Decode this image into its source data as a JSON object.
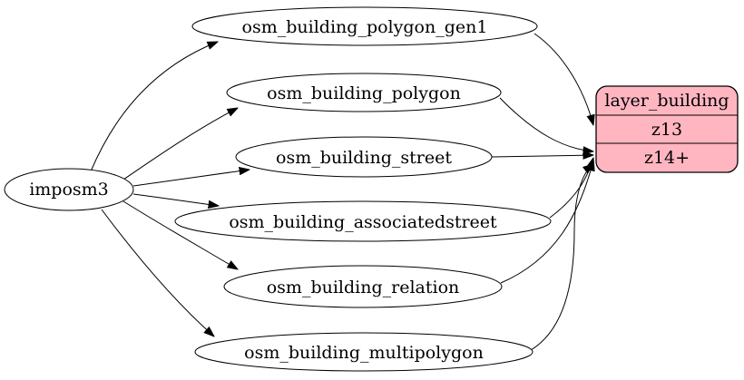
{
  "diagram": {
    "type": "graphviz-digraph",
    "background": "#ffffff",
    "stroke_color": "#000000",
    "node_fill": "#ffffff",
    "nodes": [
      {
        "id": "imposm3",
        "label": "imposm3"
      },
      {
        "id": "osm_building_polygon_gen1",
        "label": "osm_building_polygon_gen1"
      },
      {
        "id": "osm_building_polygon",
        "label": "osm_building_polygon"
      },
      {
        "id": "osm_building_street",
        "label": "osm_building_street"
      },
      {
        "id": "osm_building_associatedstreet",
        "label": "osm_building_associatedstreet"
      },
      {
        "id": "osm_building_relation",
        "label": "osm_building_relation"
      },
      {
        "id": "osm_building_multipolygon",
        "label": "osm_building_multipolygon"
      }
    ],
    "record": {
      "id": "layer_building",
      "title": "layer_building",
      "rows": [
        "z13",
        "z14+"
      ],
      "fill": "#FFB6C1"
    },
    "edges": [
      {
        "from": "imposm3",
        "to": "osm_building_polygon_gen1"
      },
      {
        "from": "imposm3",
        "to": "osm_building_polygon"
      },
      {
        "from": "imposm3",
        "to": "osm_building_street"
      },
      {
        "from": "imposm3",
        "to": "osm_building_associatedstreet"
      },
      {
        "from": "imposm3",
        "to": "osm_building_relation"
      },
      {
        "from": "imposm3",
        "to": "osm_building_multipolygon"
      },
      {
        "from": "osm_building_polygon_gen1",
        "to": "layer_building",
        "port": "z13"
      },
      {
        "from": "osm_building_polygon",
        "to": "layer_building",
        "port": "z14+"
      },
      {
        "from": "osm_building_street",
        "to": "layer_building",
        "port": "z14+"
      },
      {
        "from": "osm_building_associatedstreet",
        "to": "layer_building",
        "port": "z14+"
      },
      {
        "from": "osm_building_relation",
        "to": "layer_building",
        "port": "z14+"
      },
      {
        "from": "osm_building_multipolygon",
        "to": "layer_building",
        "port": "z14+"
      }
    ]
  }
}
